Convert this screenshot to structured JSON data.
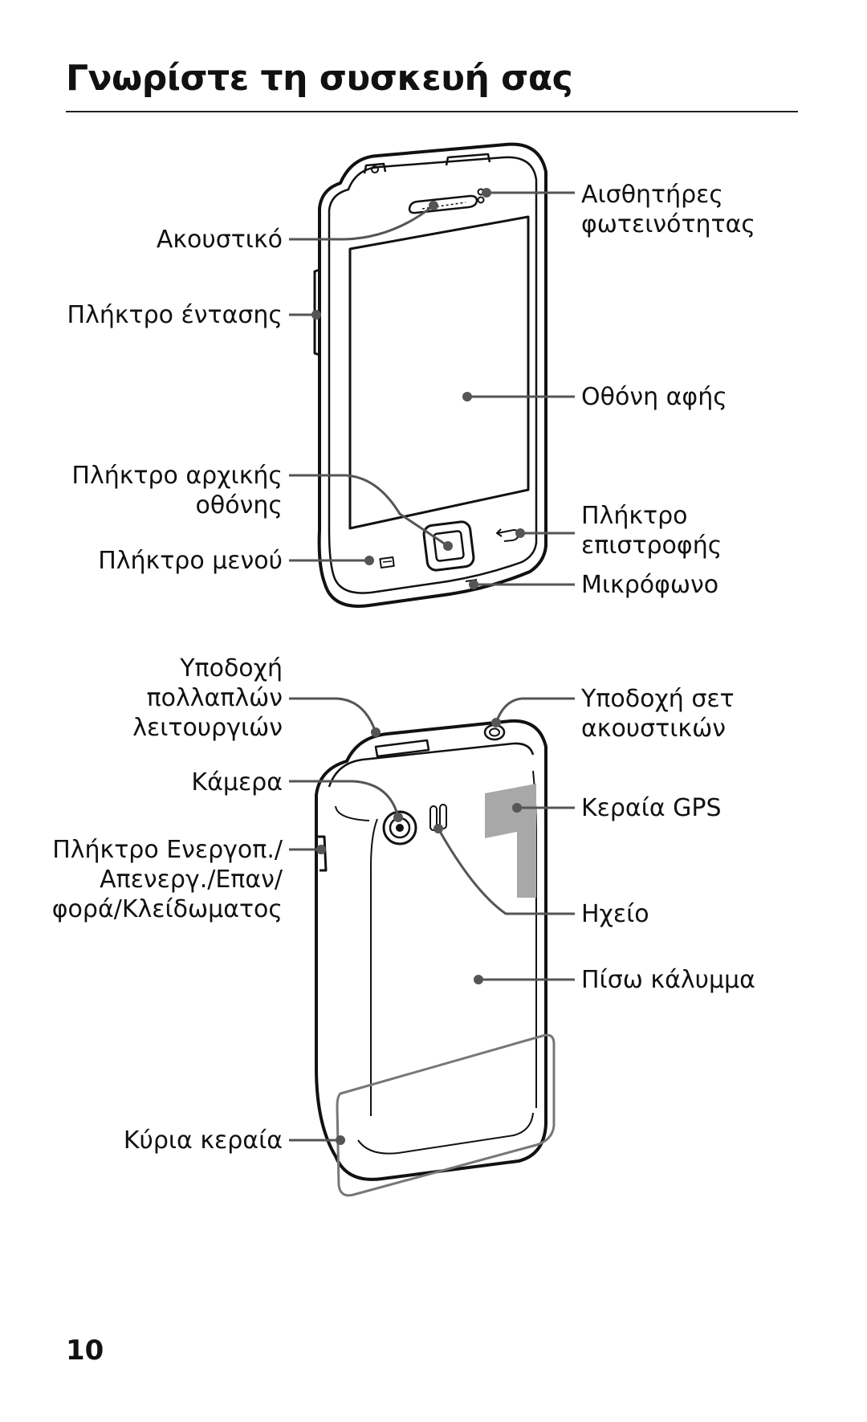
{
  "page": {
    "title": "Γνωρίστε τη συσκευή σας",
    "page_number": "10"
  },
  "front_labels": {
    "earpiece": "Ακουστικό",
    "volume_key_label": "Πλήκτρο έντασης",
    "home_key_line1": "Πλήκτρο αρχικής",
    "home_key_line2": "οθόνης",
    "menu_key_label": "Πλήκτρο μενού",
    "light_sensor_line1": "Αισθητήρες",
    "light_sensor_line2": "φωτεινότητας",
    "touch_screen": "Οθόνη αφής",
    "back_key_line1": "Πλήκτρο",
    "back_key_line2": "επιστροφής",
    "microphone": "Μικρόφωνο"
  },
  "back_labels": {
    "multi_jack_line1": "Υποδοχή",
    "multi_jack_line2": "πολλαπλών",
    "multi_jack_line3": "λειτουργιών",
    "camera": "Κάμερα",
    "power_key_line1": "Πλήκτρο Ενεργοπ./",
    "power_key_line2": "Απενεργ./Επαν/",
    "power_key_line3": "φορά/Κλείδωματος",
    "main_antenna": "Κύρια κεραία",
    "headset_jack_line1": "Υποδοχή σετ",
    "headset_jack_line2": "ακουστικών",
    "gps_antenna": "Κεραία GPS",
    "speaker": "Ηχείο",
    "back_cover": "Πίσω κάλυμμα"
  },
  "colors": {
    "line": "#111111",
    "callout": "#555555",
    "gps_area": "#a8a8a8",
    "antenna_outline": "#777777"
  }
}
